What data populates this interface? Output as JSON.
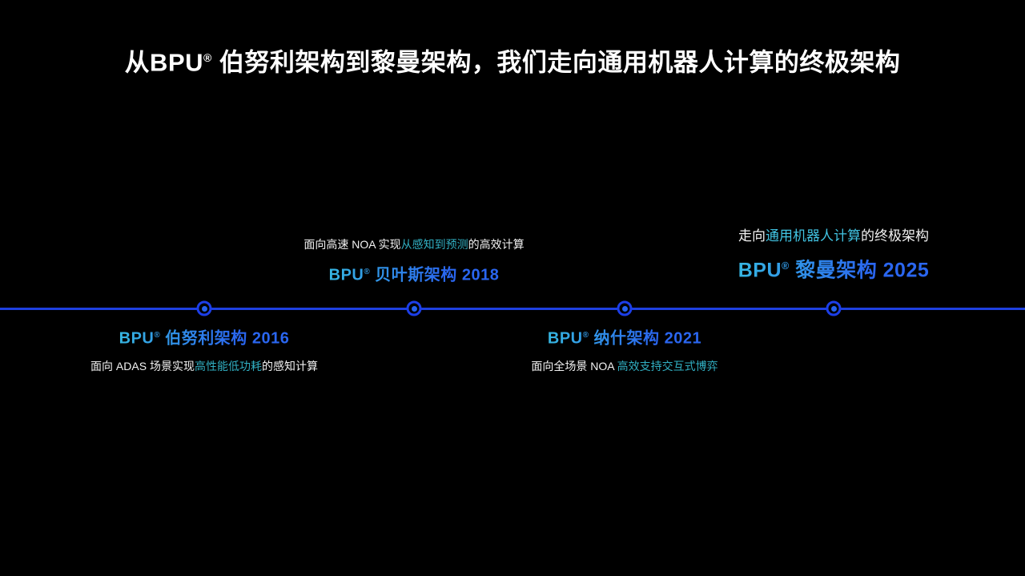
{
  "title": {
    "text_before_reg": "从BPU",
    "reg_mark": "®",
    "text_after_reg": " 伯努利架构到黎曼架构，我们走向通用机器人计算的终极架构"
  },
  "colors": {
    "background": "#000000",
    "title_text": "#ffffff",
    "timeline_line": "#1e40e0",
    "node_ring": "#1c3ee8",
    "node_dot": "#2563f0",
    "label_gradient_start": "#36b6e2",
    "label_gradient_end": "#2a66f0",
    "desc_text": "#f2f2f2",
    "desc_highlight": "#31afc2",
    "desc_highlight_bright": "#41c3e2"
  },
  "timeline": {
    "milestones": [
      {
        "id": "bernoulli-2016",
        "side": "below",
        "label_bpu": "BPU",
        "label_reg": "®",
        "label_rest": " 伯努利架构 2016",
        "desc_pre": "面向 ADAS 场景实现",
        "desc_highlight": "高性能低功耗",
        "desc_post": "的感知计算"
      },
      {
        "id": "bayes-2018",
        "side": "above",
        "label_bpu": "BPU",
        "label_reg": "®",
        "label_rest": " 贝叶斯架构 2018",
        "desc_pre": "面向高速 NOA 实现",
        "desc_highlight": "从感知到预测",
        "desc_post": "的高效计算"
      },
      {
        "id": "nash-2021",
        "side": "below",
        "label_bpu": "BPU",
        "label_reg": "®",
        "label_rest": " 纳什架构 2021",
        "desc_pre": "面向全场景 NOA ",
        "desc_highlight": "高效支持交互式博弈",
        "desc_post": ""
      },
      {
        "id": "riemann-2025",
        "side": "above",
        "label_bpu": "BPU",
        "label_reg": "®",
        "label_rest": " 黎曼架构 2025",
        "desc_pre": "走向",
        "desc_highlight": "通用机器人计算",
        "desc_post": "的终极架构"
      }
    ]
  }
}
